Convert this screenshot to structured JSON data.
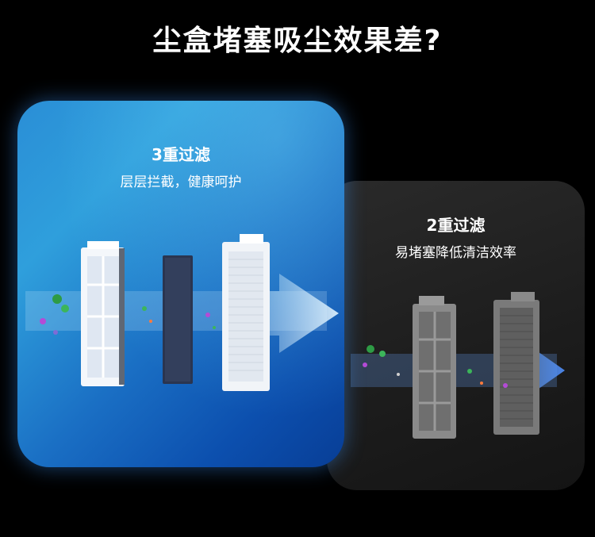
{
  "headline": "尘盒堵塞吸尘效果差?",
  "panel_three": {
    "title": "3重过滤",
    "subtitle": "层层拦截，健康呵护"
  },
  "panel_two": {
    "title": "2重过滤",
    "subtitle": "易堵塞降低清洁效率"
  },
  "colors": {
    "background": "#000000",
    "blue_panel": "#1a6fc4",
    "dark_panel": "#1f1f1f",
    "felt_filter": "#2a3550"
  }
}
